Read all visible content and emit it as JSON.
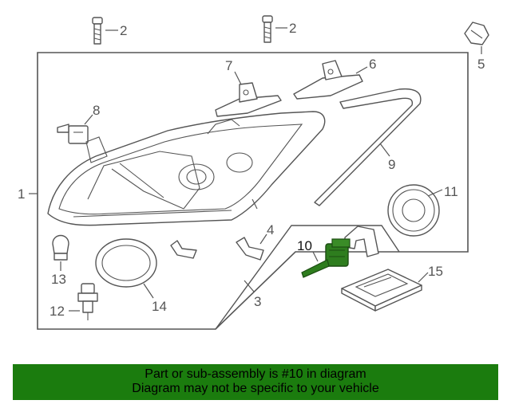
{
  "callouts": {
    "c1": "1",
    "c2a": "2",
    "c2b": "2",
    "c3": "3",
    "c4": "4",
    "c5": "5",
    "c6": "6",
    "c7": "7",
    "c8": "8",
    "c9": "9",
    "c10": "10",
    "c11": "11",
    "c12": "12",
    "c13": "13",
    "c14": "14",
    "c15": "15"
  },
  "banner": {
    "line1": "Part or sub-assembly is #10 in diagram",
    "line2": "Diagram may not be specific to your vehicle"
  },
  "colors": {
    "banner_bg": "#1b7c0e",
    "highlight_part": "#2e7d1e",
    "line": "#555555"
  }
}
